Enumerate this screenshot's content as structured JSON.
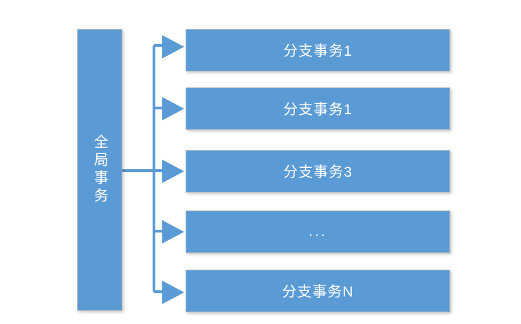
{
  "diagram": {
    "type": "hierarchy-fan-out",
    "title_visible": false,
    "colors": {
      "node_fill": "#5B9BD5",
      "node_border": "#BFBFBF",
      "node_text": "#FFFFFF",
      "connector": "#5B9BD5",
      "background": "#FFFFFF"
    },
    "root": {
      "label": "全局事务",
      "orientation": "vertical-text"
    },
    "branches": [
      {
        "label": "分支事务1",
        "is_ellipsis": false
      },
      {
        "label": "分支事务1",
        "is_ellipsis": false
      },
      {
        "label": "分支事务3",
        "is_ellipsis": false
      },
      {
        "label": "...",
        "is_ellipsis": true
      },
      {
        "label": "分支事务N",
        "is_ellipsis": false
      }
    ],
    "connector_count": 5,
    "arrow_style": "solid-filled-triangle"
  }
}
